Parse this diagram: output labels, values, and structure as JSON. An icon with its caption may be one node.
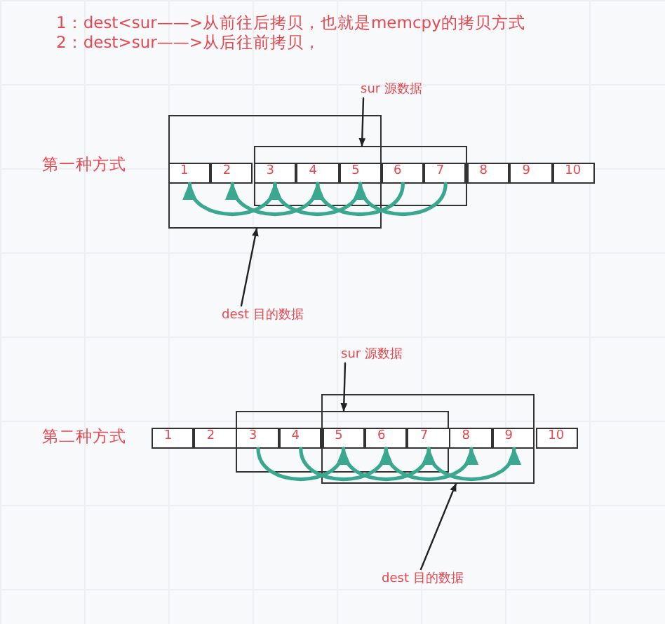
{
  "diagram": {
    "nodes": [
      {
        "text": [
          "sur 源数据"
        ]
      },
      {
        "text": [],
        "shape": "box"
      },
      {
        "text": [],
        "shape": "box"
      },
      {
        "text": [
          "1"
        ],
        "in": 1
      },
      {
        "text": [
          "2"
        ],
        "in": 1
      },
      {
        "text": [
          "3"
        ]
      },
      {
        "text": [
          "4"
        ]
      },
      {
        "text": [
          "5"
        ]
      },
      {
        "text": [
          "6"
        ],
        "in": 2
      },
      {
        "text": [
          "7"
        ],
        "in": 2
      },
      {
        "text": [
          "8"
        ]
      },
      {
        "text": [
          "9"
        ]
      },
      {
        "text": [
          "10"
        ]
      },
      {
        "text": [
          "dest 目的数据"
        ]
      },
      {
        "text": [
          "sur 源数据"
        ]
      },
      {
        "text": [],
        "shape": "box"
      },
      {
        "text": [],
        "shape": "box"
      },
      {
        "text": [
          "1"
        ]
      },
      {
        "text": [
          "2"
        ]
      },
      {
        "text": [
          "3"
        ],
        "in": 15
      },
      {
        "text": [
          "4"
        ],
        "in": 15
      },
      {
        "text": [
          "5"
        ]
      },
      {
        "text": [
          "6"
        ]
      },
      {
        "text": [
          "7"
        ]
      },
      {
        "text": [
          "8"
        ],
        "in": 16
      },
      {
        "text": [
          "9"
        ],
        "in": 16
      },
      {
        "text": [
          "10"
        ]
      },
      {
        "text": [
          "dest 目的数据"
        ]
      }
    ],
    "edges": [
      {
        "from": 0,
        "to": 2,
        "arrow": "to",
        "color": "#222222"
      },
      {
        "from": 13,
        "to": 1,
        "arrow": "to",
        "color": "#222222"
      },
      {
        "from": 5,
        "to": 3,
        "arrow": "to"
      },
      {
        "from": 6,
        "to": 4,
        "arrow": "to"
      },
      {
        "from": 7,
        "to": 5,
        "arrow": "to"
      },
      {
        "from": 8,
        "to": 6,
        "arrow": "to"
      },
      {
        "from": 9,
        "to": 7,
        "arrow": "to"
      },
      {
        "from": 14,
        "to": 15,
        "arrow": "to",
        "color": "#222222"
      },
      {
        "from": 27,
        "to": 16,
        "arrow": "to",
        "color": "#222222"
      },
      {
        "from": 19,
        "to": 21,
        "arrow": "to"
      },
      {
        "from": 20,
        "to": 22,
        "arrow": "to"
      },
      {
        "from": 21,
        "to": 23,
        "arrow": "to"
      },
      {
        "from": 22,
        "to": 24,
        "arrow": "to"
      },
      {
        "from": 23,
        "to": 25,
        "arrow": "to"
      }
    ],
    "labels": [
      "1：dest<sur——>从前往后拷贝，也就是memcpy的拷贝方式",
      "2：dest>sur——>从后往前拷贝，",
      "第一种方式",
      "第二种方式"
    ]
  }
}
